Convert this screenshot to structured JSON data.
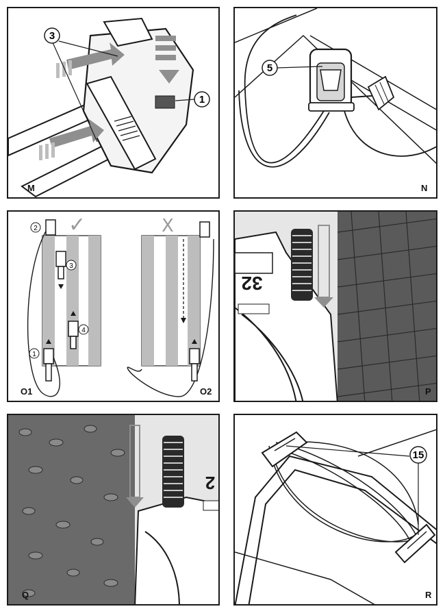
{
  "panels": {
    "M": {
      "label": "M",
      "callouts": [
        "3",
        "1"
      ]
    },
    "N": {
      "label": "N",
      "callouts": [
        "5"
      ]
    },
    "O": {
      "label_left": "O1",
      "label_right": "O2",
      "steps": [
        "1",
        "2",
        "3",
        "4"
      ],
      "correct_mark": "✓",
      "wrong_mark": "X"
    },
    "P": {
      "label": "P",
      "model_text": "32"
    },
    "Q": {
      "label": "Q",
      "model_text": "2"
    },
    "R": {
      "label": "R",
      "callouts": [
        "15"
      ]
    }
  },
  "colors": {
    "line": "#1a1a1a",
    "grey": "#9a9a9a",
    "dark": "#555555",
    "light": "#d6d6d6"
  }
}
